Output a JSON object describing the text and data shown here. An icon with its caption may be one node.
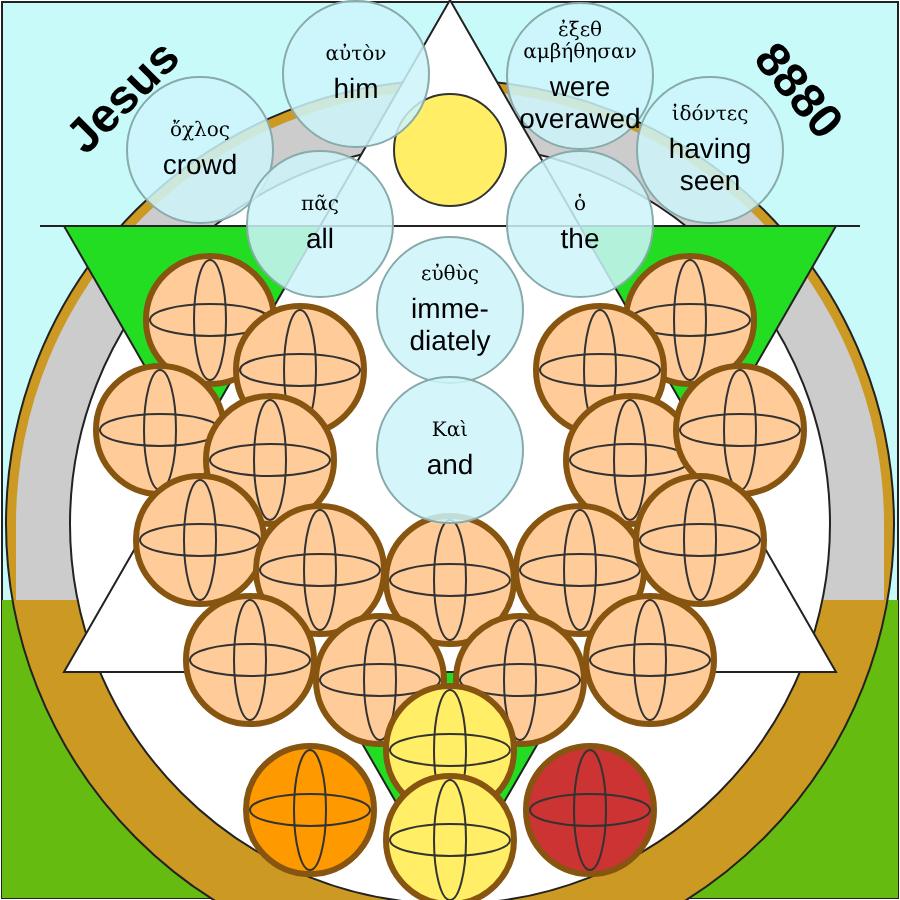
{
  "diagram": {
    "nodes": [
      {
        "text": [
          "αὐτὸν",
          "him"
        ]
      },
      {
        "text": [
          "ἐξεθ αμβήθησαν",
          "were overawed"
        ]
      },
      {
        "text": [
          "ὄχλος",
          "crowd"
        ]
      },
      {
        "text": [
          "ἰδόντες",
          "having seen"
        ]
      },
      {
        "text": [
          "πᾶς",
          "all"
        ]
      },
      {
        "text": [
          "ὁ",
          "the"
        ]
      },
      {
        "text": [
          "εὐθὺς",
          "imme- diately"
        ]
      },
      {
        "text": [
          "Καὶ",
          "and"
        ]
      }
    ],
    "edges": [],
    "labels": [
      "Jesus",
      "8880"
    ]
  }
}
